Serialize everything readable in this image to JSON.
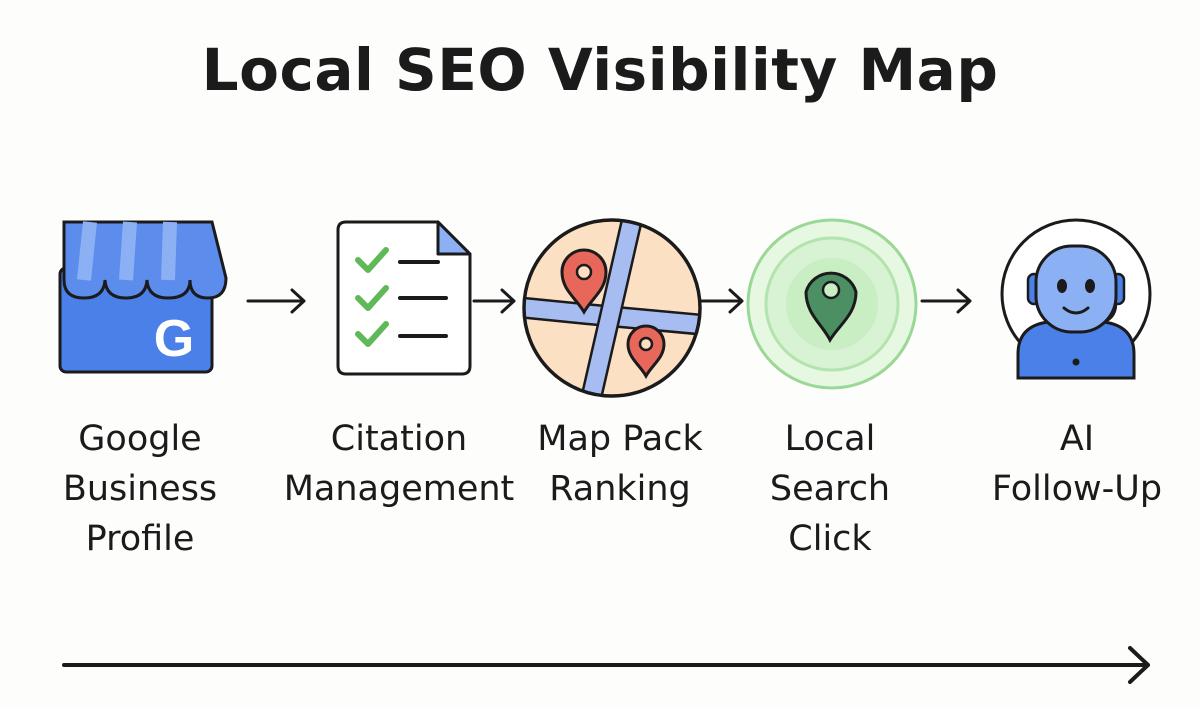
{
  "title": "Local SEO Visibility Map",
  "stages": [
    {
      "label": "Google\nBusiness\nProfile",
      "icon": "storefront-icon",
      "badge": "G"
    },
    {
      "label": "Citation\nManagement",
      "icon": "checklist-document-icon"
    },
    {
      "label": "Map Pack\nRanking",
      "icon": "map-pins-icon"
    },
    {
      "label": "Local\nSearch\nClick",
      "icon": "location-pin-glow-icon"
    },
    {
      "label": "AI\nFollow-Up",
      "icon": "ai-avatar-icon"
    }
  ],
  "colors": {
    "blue": "#4a80e8",
    "blue_light": "#8cb0f4",
    "green": "#5fb958",
    "red_pin": "#e8675b",
    "map_bg": "#fbe0c3",
    "road": "#a7bdf1",
    "glow": "#d8f3d4",
    "pin_green": "#4b8f62"
  }
}
